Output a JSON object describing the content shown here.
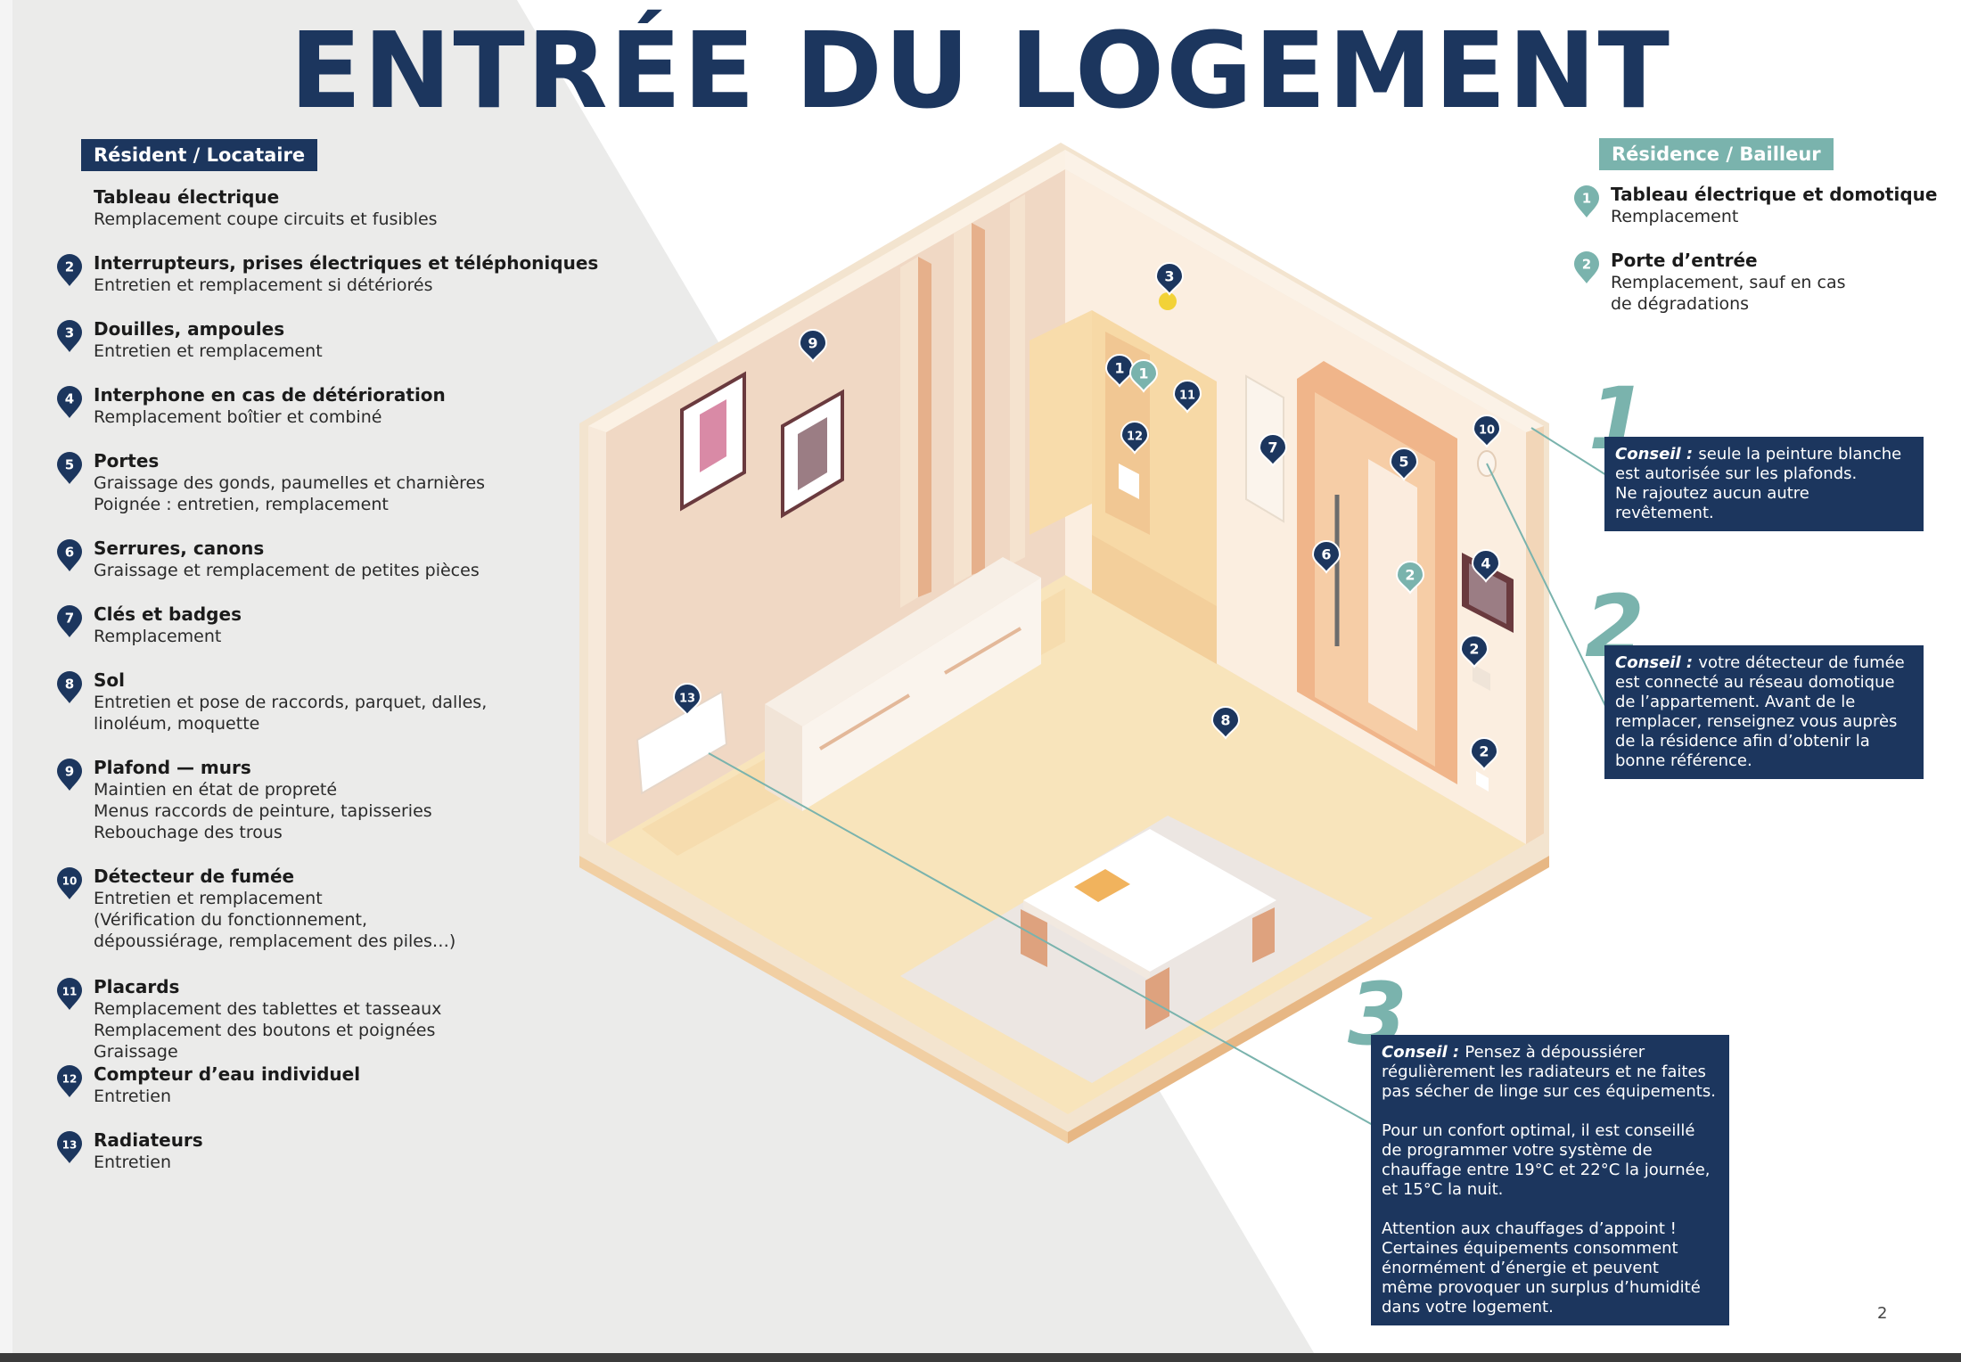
{
  "title": "ENTRÉE DU LOGEMENT",
  "colors": {
    "navy": "#1c365e",
    "teal": "#7ab3ad",
    "grey_bg": "#ebebea"
  },
  "resident": {
    "header": "Résident / Locataire",
    "items": [
      {
        "num": "",
        "title": "Tableau électrique",
        "lines": [
          "Remplacement coupe circuits et fusibles"
        ]
      },
      {
        "num": "2",
        "title": "Interrupteurs, prises électriques et téléphoniques",
        "lines": [
          "Entretien et remplacement si détériorés"
        ]
      },
      {
        "num": "3",
        "title": "Douilles, ampoules",
        "lines": [
          "Entretien et remplacement"
        ]
      },
      {
        "num": "4",
        "title": "Interphone en cas de détérioration",
        "lines": [
          "Remplacement boîtier et combiné"
        ]
      },
      {
        "num": "5",
        "title": "Portes",
        "lines": [
          "Graissage des gonds, paumelles et charnières",
          "Poignée : entretien, remplacement"
        ]
      },
      {
        "num": "6",
        "title": "Serrures, canons",
        "lines": [
          "Graissage et remplacement de petites pièces"
        ]
      },
      {
        "num": "7",
        "title": "Clés et badges",
        "lines": [
          "Remplacement"
        ]
      },
      {
        "num": "8",
        "title": "Sol",
        "lines": [
          "Entretien et pose de raccords, parquet, dalles,",
          "linoléum, moquette"
        ]
      },
      {
        "num": "9",
        "title": "Plafond — murs",
        "lines": [
          "Maintien en état de propreté",
          "Menus raccords de peinture, tapisseries",
          "Rebouchage des trous"
        ]
      },
      {
        "num": "10",
        "title": "Détecteur de fumée",
        "lines": [
          "Entretien et remplacement",
          "(Vérification du fonctionnement,",
          "dépoussiérage, remplacement des piles…)"
        ]
      },
      {
        "num": "11",
        "title": "Placards",
        "lines": [
          "Remplacement des tablettes et tasseaux",
          "Remplacement des boutons et poignées",
          "Graissage"
        ]
      },
      {
        "num": "12",
        "title": "Compteur d’eau individuel",
        "lines": [
          "Entretien"
        ]
      },
      {
        "num": "13",
        "title": "Radiateurs",
        "lines": [
          " Entretien"
        ]
      }
    ]
  },
  "residence": {
    "header": "Résidence / Bailleur",
    "items": [
      {
        "num": "1",
        "title": "Tableau électrique et domotique",
        "lines": [
          "Remplacement"
        ]
      },
      {
        "num": "2",
        "title": "Porte d’entrée",
        "lines": [
          "Remplacement, sauf en cas",
          "de dégradations"
        ]
      }
    ]
  },
  "conseils": [
    {
      "big": "1",
      "label": "Conseil :",
      "paragraphs": [
        [
          "seule la peinture blanche",
          "est autorisée sur les plafonds.",
          "Ne rajoutez aucun autre revêtement."
        ]
      ]
    },
    {
      "big": "2",
      "label": "Conseil :",
      "paragraphs": [
        [
          "votre détecteur de fumée",
          "est connecté au réseau domotique",
          "de l’appartement. Avant de le",
          "remplacer, renseignez vous auprès",
          "de la résidence afin d’obtenir la",
          "bonne référence."
        ]
      ]
    },
    {
      "big": "3",
      "label": "Conseil :",
      "paragraphs": [
        [
          "Pensez à dépoussiérer",
          "régulièrement les radiateurs et ne faites",
          "pas sécher de linge sur ces équipements."
        ],
        [
          "Pour un confort optimal, il est conseillé",
          "de programmer votre système de",
          "chauffage entre 19°C et 22°C la journée,",
          "et 15°C la nuit."
        ],
        [
          "Attention aux chauffages d’appoint !",
          "Certaines équipements consomment",
          "énormément d’énergie et peuvent",
          "même provoquer un surplus d’humidité",
          "dans votre logement."
        ]
      ]
    }
  ],
  "scene_markers": [
    {
      "num": "9",
      "kind": "navy"
    },
    {
      "num": "3",
      "kind": "navy"
    },
    {
      "num": "1",
      "kind": "navy"
    },
    {
      "num": "1",
      "kind": "teal"
    },
    {
      "num": "11",
      "kind": "navy"
    },
    {
      "num": "12",
      "kind": "navy"
    },
    {
      "num": "7",
      "kind": "navy"
    },
    {
      "num": "10",
      "kind": "navy"
    },
    {
      "num": "5",
      "kind": "navy"
    },
    {
      "num": "6",
      "kind": "navy"
    },
    {
      "num": "2",
      "kind": "teal"
    },
    {
      "num": "4",
      "kind": "navy"
    },
    {
      "num": "2",
      "kind": "navy"
    },
    {
      "num": "2",
      "kind": "navy"
    },
    {
      "num": "8",
      "kind": "navy"
    },
    {
      "num": "13",
      "kind": "navy"
    }
  ],
  "page_number": "2"
}
